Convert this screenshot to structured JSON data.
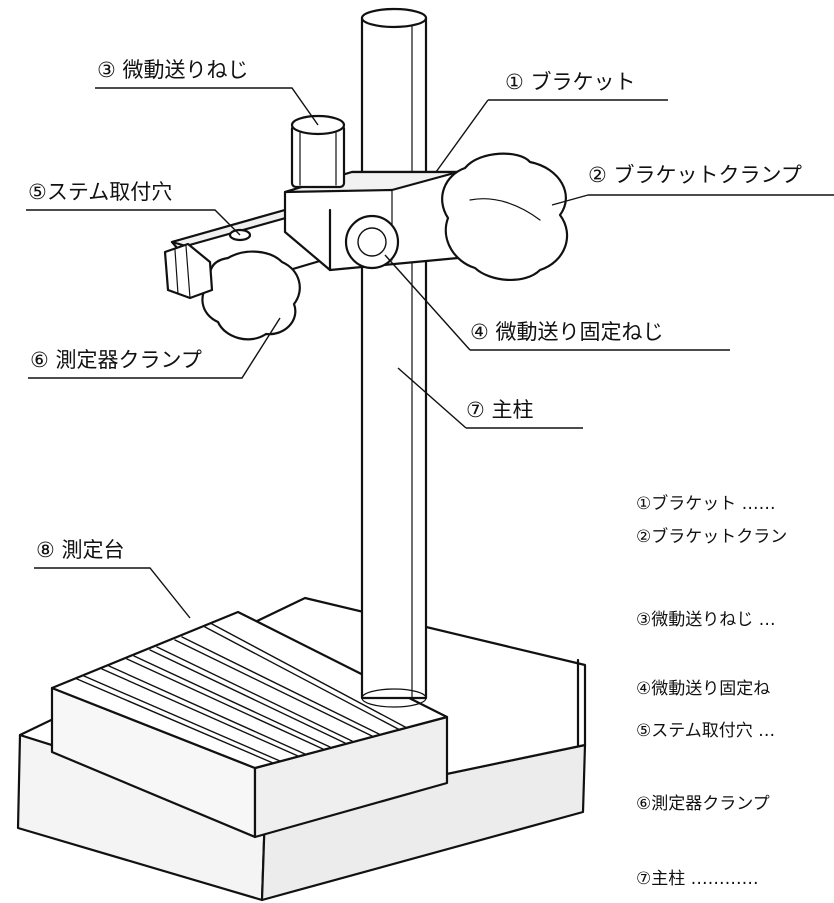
{
  "labels": {
    "bracket": "① ブラケット",
    "bracket_clamp": "② ブラケットクランプ",
    "fine_feed_screw": "③ 微動送りねじ",
    "fine_feed_lock_screw": "④ 微動送り固定ねじ",
    "stem_mount_hole": "⑤ステム取付穴",
    "gauge_clamp": "⑥ 測定器クランプ",
    "main_column": "⑦ 主柱",
    "measuring_table": "⑧ 測定台"
  },
  "parts_list": [
    "①ブラケット ……",
    "②ブラケットクラン",
    "③微動送りねじ …",
    "④微動送り固定ね",
    "⑤ステム取付穴 …",
    "⑥測定器クランプ",
    "⑦主柱 …………"
  ]
}
